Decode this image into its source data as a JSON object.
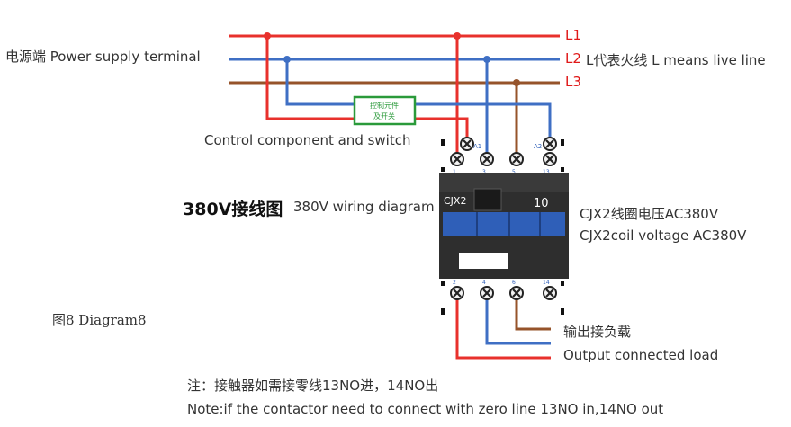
{
  "labels": {
    "power_supply": "电源端 Power supply terminal",
    "l1": "L1",
    "l2": "L2",
    "l2_note": "L代表火线 L means live line",
    "l3": "L3",
    "control_box_line1": "控制元件",
    "control_box_line2": "及开关",
    "control_component": "Control component and switch",
    "wiring_title_cn": "380V接线图",
    "wiring_title_en": "380V wiring diagram",
    "coil_voltage_cn": "CJX2线圈电压AC380V",
    "coil_voltage_en": "CJX2coil voltage AC380V",
    "figure_caption": "图8 Diagram8",
    "output_cn": "输出接负载",
    "output_en": "Output connected load",
    "note_cn": "注：接触器如需接零线13NO进，14NO出",
    "note_en": "Note:if the contactor need to connect with zero line 13NO in,14NO out"
  },
  "contactor": {
    "model": "CJX2",
    "rating": "10",
    "top_terminals": [
      "A1",
      "1",
      "3",
      "5",
      "13",
      "A2"
    ],
    "bottom_terminals": [
      "2",
      "4",
      "6",
      "14"
    ]
  },
  "colors": {
    "l1_red": "#e8312c",
    "l2_blue": "#3f6fc4",
    "l3_brown": "#96532a",
    "label_red": "#e01818",
    "control_box_green": "#2a9a3a",
    "contactor_body": "#2e2e2e",
    "contactor_blue": "#2f5fb8"
  }
}
